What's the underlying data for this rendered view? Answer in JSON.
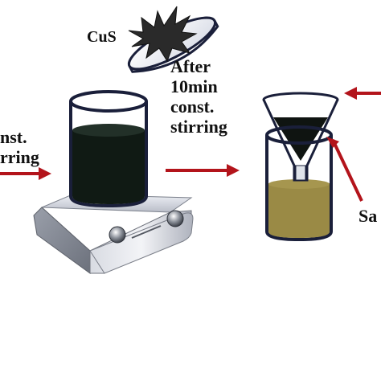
{
  "labels": {
    "left_step": [
      "nst.",
      "rring"
    ],
    "cus": "CuS",
    "middle_step": [
      "After",
      "10min",
      "const.",
      "stirring"
    ],
    "right_cut": "Sa"
  },
  "colors": {
    "arrow": "#b3141b",
    "solution_dark": "#101a14",
    "filtrate": "#9a8a45",
    "glass_outline": "#1a1f3a",
    "cus_particle": "#2a2a2a",
    "stirrer_body": "#c9ccd4"
  }
}
